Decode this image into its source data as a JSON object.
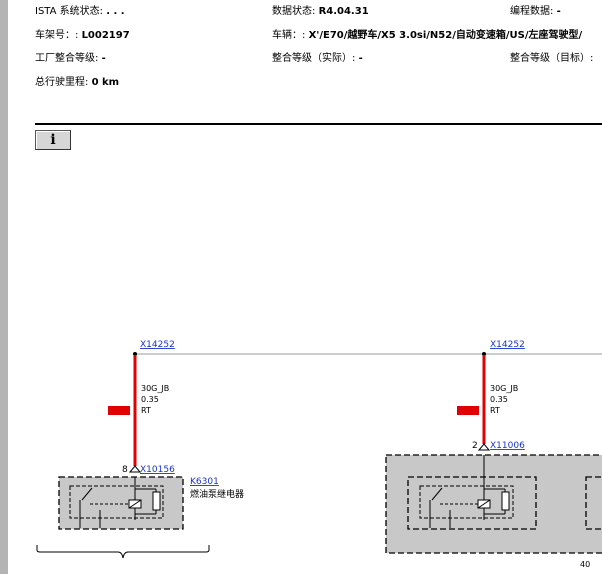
{
  "header": {
    "ista_label": "ISTA 系统状态:",
    "ista_value": ". . .",
    "data_status_label": "数据状态:",
    "data_status_value": "R4.04.31",
    "programming_label": "编程数据:",
    "programming_value": "-",
    "vin_label": "车架号：:",
    "vin_value": "L002197",
    "vehicle_label": "车辆：:",
    "vehicle_value": "X'/E70/越野车/X5 3.0si/N52/自动变速箱/US/左座驾驶型/",
    "factory_level_label": "工厂整合等级:",
    "factory_level_value": "-",
    "actual_level_label": "整合等级（实际）:",
    "actual_level_value": "-",
    "target_level_label": "整合等级（目标）:",
    "mileage_label": "总行驶里程:",
    "mileage_value": "0 km"
  },
  "info_button": {
    "label": "i"
  },
  "diagram": {
    "left": {
      "connector_top": "X14252",
      "wire_spec": [
        "30G_JB",
        "0.35",
        "RT"
      ],
      "pin": "8",
      "connector_bottom": "X10156",
      "component_id": "K6301",
      "component_name": "燃油泵继电器"
    },
    "right": {
      "connector_top": "X14252",
      "wire_spec": [
        "30G_JB",
        "0.35",
        "RT"
      ],
      "pin": "2",
      "connector_bottom": "X11006",
      "corner_label": "40"
    },
    "colors": {
      "wire_red": "#e00000",
      "component_fill": "#c8c8c8",
      "bus_line": "#9a9a9a"
    }
  }
}
